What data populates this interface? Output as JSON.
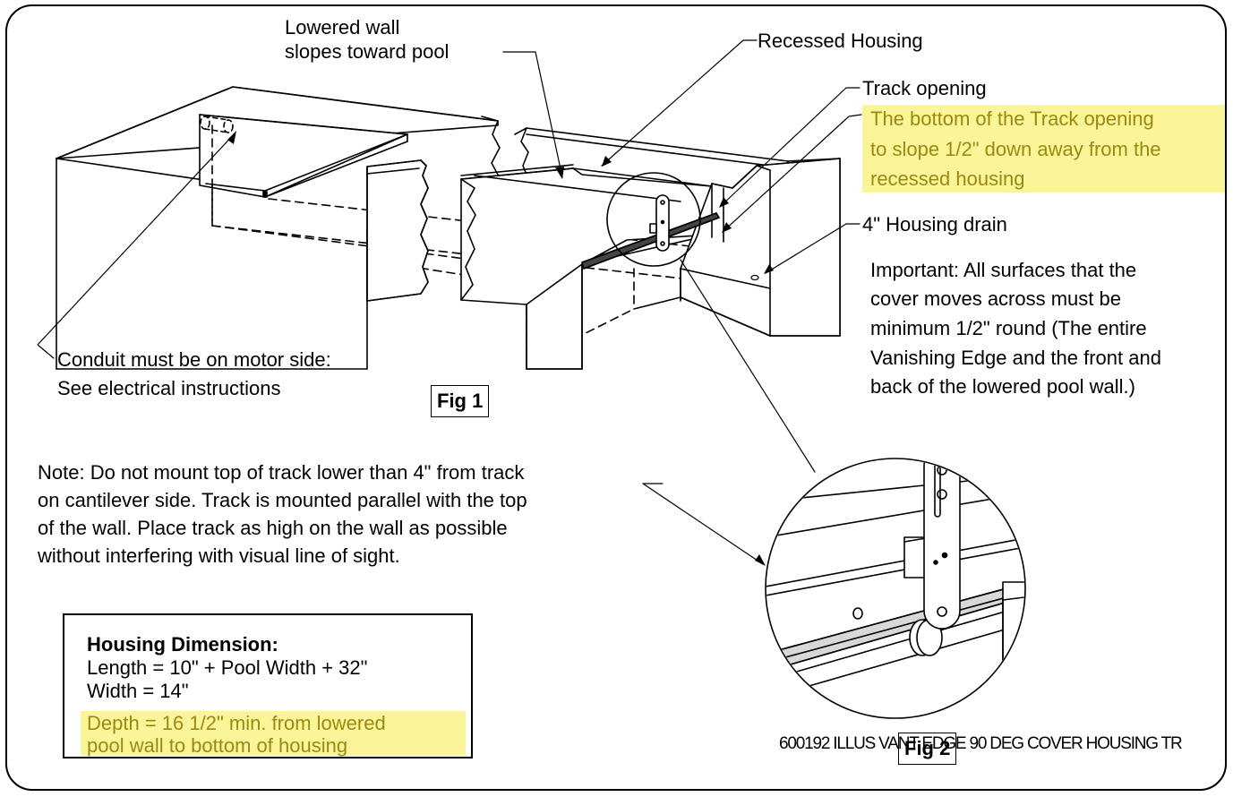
{
  "labels": {
    "lowered_wall_1": "Lowered wall",
    "lowered_wall_2": "slopes toward pool",
    "recessed_housing": "Recessed Housing",
    "track_opening": "Track opening",
    "slope_1": "The bottom of the Track opening",
    "slope_2": "to slope 1/2\" down away from the",
    "slope_3": "recessed housing",
    "drain": "4\" Housing drain",
    "important_1": "Important: All surfaces that the",
    "important_2": "cover moves across must be",
    "important_3": "minimum 1/2\" round (The entire",
    "important_4": "Vanishing Edge and the front and",
    "important_5": "back of the lowered pool wall.)",
    "conduit_1": "Conduit must be on motor side:",
    "conduit_2": "See electrical instructions",
    "fig1": "Fig 1",
    "fig2": "Fig 2",
    "note_1": "Note: Do not mount top of track lower than 4\" from track",
    "note_2": "on cantilever side. Track is mounted parallel with the top",
    "note_3": "of the wall. Place track as high on the wall as possible",
    "note_4": "without interfering with visual line of sight."
  },
  "dimensions": {
    "title": "Housing Dimension:",
    "length": "Length = 10\" + Pool Width + 32\"",
    "width": "Width = 14\"",
    "depth_1": "Depth = 16 1/2\" min. from lowered",
    "depth_2": "pool wall to bottom of housing"
  },
  "part_number": "600192 ILLUS VANT EDGE 90 DEG COVER HOUSING TR",
  "colors": {
    "highlight_bg": "#fbf59a",
    "highlight_text": "#9a8a10"
  }
}
